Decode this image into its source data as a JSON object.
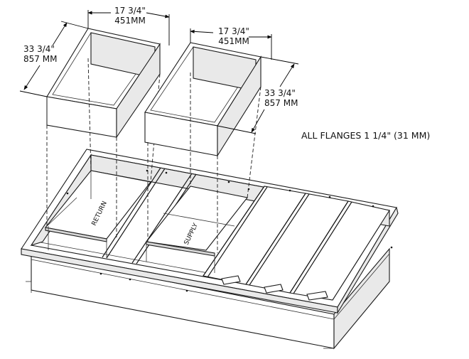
{
  "left_duct": {
    "width_in": "17 3/4\"",
    "width_mm": "451MM",
    "length_in": "33 3/4\"",
    "length_mm": "857 MM"
  },
  "right_duct": {
    "width_in": "17 3/4\"",
    "width_mm": "451MM",
    "length_in": "33 3/4\"",
    "length_mm": "857 MM"
  },
  "note": "ALL FLANGES 1 1/4\" (31 MM)",
  "opening_labels": {
    "return": "RETURN",
    "supply": "SUPPLY"
  }
}
